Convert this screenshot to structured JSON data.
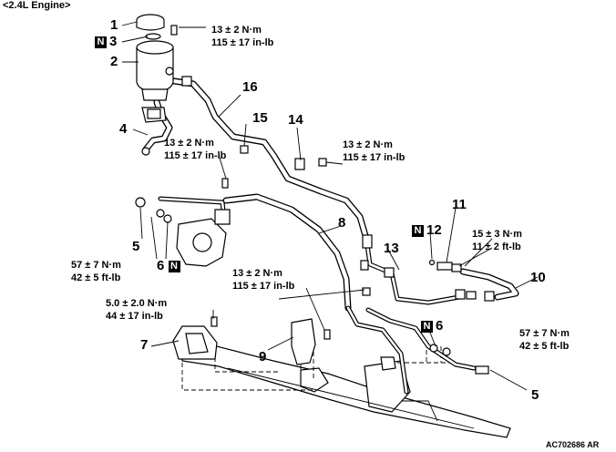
{
  "header": "<2.4L Engine>",
  "code": "AC702686 AR",
  "n_mark": "N",
  "labels": {
    "p1": "1",
    "p2": "2",
    "p3": "3",
    "p4": "4",
    "p5a": "5",
    "p5b": "5",
    "p6a": "6",
    "p6b": "6",
    "p7": "7",
    "p8": "8",
    "p9": "9",
    "p10": "10",
    "p11": "11",
    "p12": "12",
    "p13": "13",
    "p14": "14",
    "p15": "15",
    "p16": "16"
  },
  "torques": {
    "t1": [
      "13 ± 2 N·m",
      "115 ± 17 in-lb"
    ],
    "t2": [
      "13 ± 2 N·m",
      "115 ± 17 in-lb"
    ],
    "t3": [
      "13 ± 2 N·m",
      "115 ± 17 in-lb"
    ],
    "t4": [
      "15 ± 3 N·m",
      "11 ± 2 ft-lb"
    ],
    "t5": [
      "57 ± 7 N·m",
      "42 ± 5 ft-lb"
    ],
    "t6": [
      "5.0 ± 2.0 N·m",
      "44 ± 17 in-lb"
    ],
    "t7": [
      "13 ± 2 N·m",
      "115 ± 17 in-lb"
    ],
    "t8": [
      "57 ± 7 N·m",
      "42 ± 5 ft-lb"
    ]
  }
}
